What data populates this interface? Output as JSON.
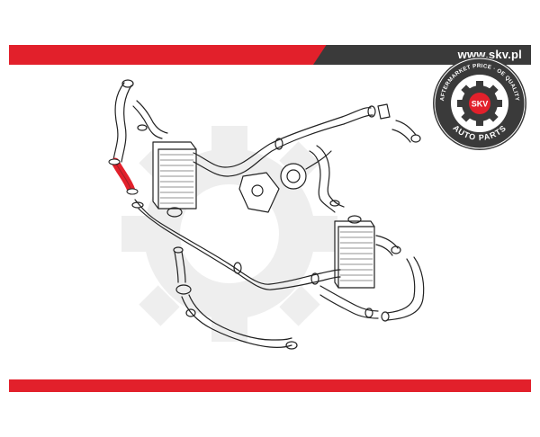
{
  "header": {
    "website": "www.skv.pl"
  },
  "logo": {
    "brand": "SKV",
    "ring_text_top": "AFTERMARKET PRICE · OE QUALITY",
    "ring_text_bottom": "AUTO PARTS"
  },
  "colors": {
    "accent": "#e2202b",
    "dark": "#3a3a3a",
    "highlighted_hose": "#e2202b",
    "watermark": "#e9e9e9"
  }
}
